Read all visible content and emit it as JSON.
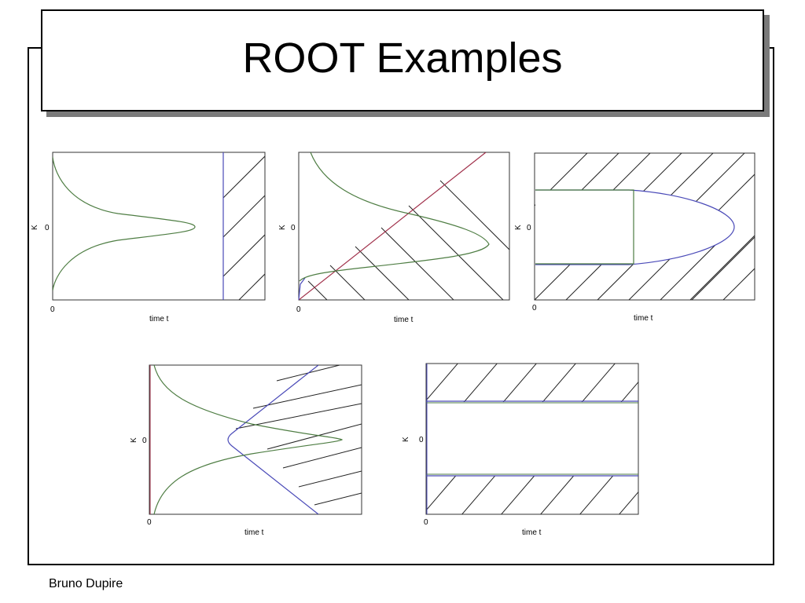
{
  "slide": {
    "title": "ROOT Examples",
    "footer": "Bruno Dupire"
  },
  "colors": {
    "density_curve": "#4e7d43",
    "boundary_curve": "#4a4ab8",
    "secondary_boundary": "#a0304a",
    "hatch": "#222222",
    "title_shadow": "#7a7a7a"
  },
  "plots": [
    {
      "id": "plot-1",
      "xlabel": "time t",
      "ylabel": "K",
      "x_tick": "0",
      "y_tick": "0"
    },
    {
      "id": "plot-2",
      "xlabel": "time t",
      "ylabel": "K",
      "x_tick": "0",
      "y_tick": "0"
    },
    {
      "id": "plot-3",
      "xlabel": "time t",
      "ylabel": "K",
      "x_tick": "0",
      "y_tick": "0"
    },
    {
      "id": "plot-4",
      "xlabel": "time t",
      "ylabel": "K",
      "x_tick": "0",
      "y_tick": "0"
    },
    {
      "id": "plot-5",
      "xlabel": "time t",
      "ylabel": "K",
      "x_tick": "0",
      "y_tick": "0"
    }
  ]
}
